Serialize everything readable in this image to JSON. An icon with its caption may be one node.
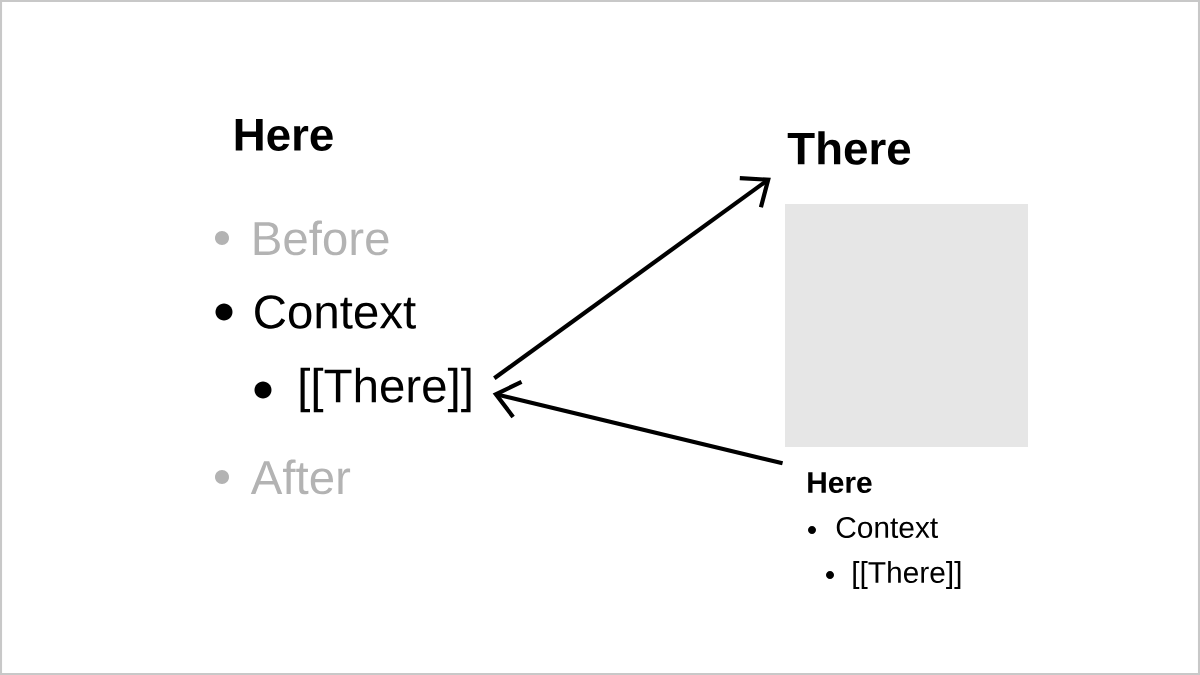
{
  "diagram": {
    "nodes": [
      {
        "text": [
          "[[There]]"
        ]
      },
      {
        "text": [
          "There"
        ]
      },
      {
        "text": [],
        "shape": "box"
      },
      {
        "text": [
          "Here",
          "Context",
          "[[There]]"
        ]
      }
    ],
    "edges": [
      {
        "from": 0,
        "to": 1,
        "arrow": "to"
      },
      {
        "from": 3,
        "to": 0,
        "arrow": "to"
      }
    ],
    "labels": [
      "Here",
      "Before",
      "Context",
      "After"
    ]
  }
}
